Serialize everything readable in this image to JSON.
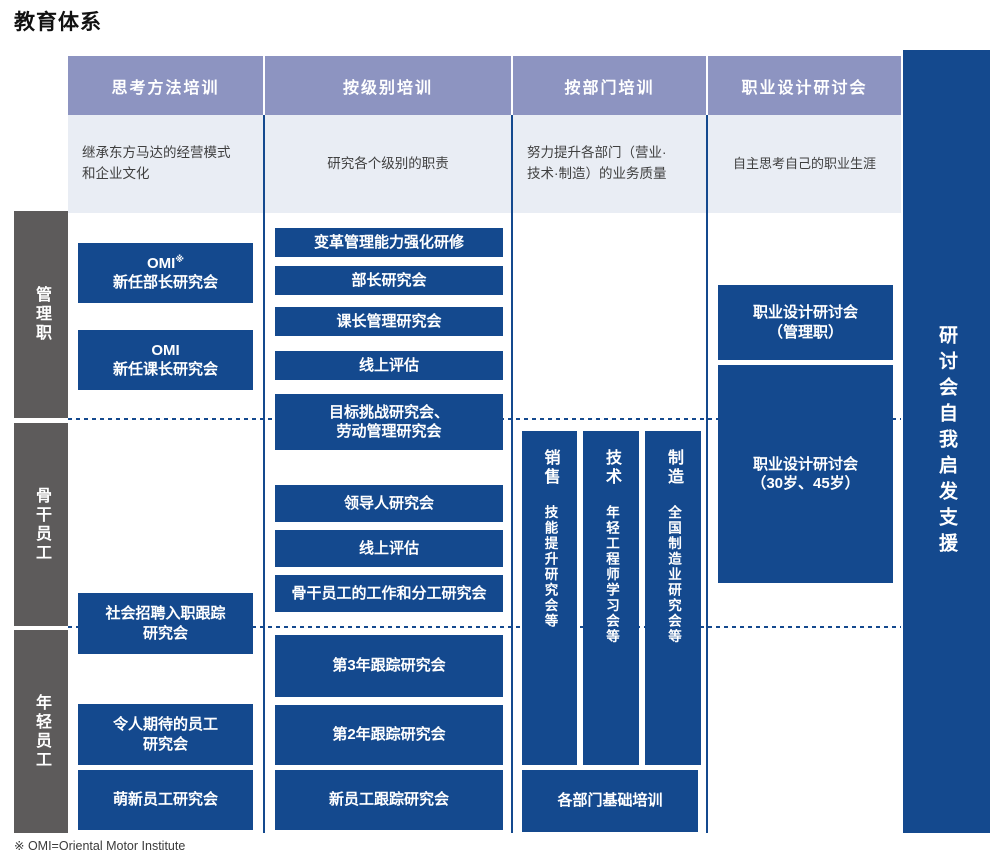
{
  "title": "教育体系",
  "footnote": "※ OMI=Oriental Motor Institute",
  "colors": {
    "navy": "#14498e",
    "purple": "#8d94c1",
    "description_bg": "#e9edf4",
    "label_gray": "#5d5b5b"
  },
  "columns": [
    {
      "header": "思考方法培训",
      "description": "继承东方马达的经营模式\n和企业文化"
    },
    {
      "header": "按级别培训",
      "description": "研究各个级别的职责"
    },
    {
      "header": "按部门培训",
      "description": "努力提升各部门（营业·\n技术·制造）的业务质量"
    },
    {
      "header": "职业设计研讨会",
      "description": "自主思考自己的职业生涯"
    }
  ],
  "row_labels": [
    "管理职",
    "骨干员工",
    "年轻员工"
  ],
  "right_bar": "研讨会自我启发支援",
  "col1": {
    "omi_director": {
      "abbr": "OMI",
      "sup": "※",
      "name": "新任部长研究会"
    },
    "omi_section_chief": {
      "abbr": "OMI",
      "name": "新任课长研究会"
    },
    "mid_career_follow": "社会招聘入职跟踪\n研究会",
    "promising_employee": "令人期待的员工\n研究会",
    "fresh_employee": "萌新员工研究会"
  },
  "col2": {
    "change_management": "变革管理能力强化研修",
    "director_seminar": "部长研究会",
    "section_chief_mgmt": "课长管理研究会",
    "online_assessment_1": "线上评估",
    "goal_challenge": "目标挑战研究会、\n劳动管理研究会",
    "leader_seminar": "领导人研究会",
    "online_assessment_2": "线上评估",
    "core_staff_division": "骨干员工的工作和分工研究会",
    "year3_follow": "第3年跟踪研究会",
    "year2_follow": "第2年跟踪研究会",
    "new_employee_follow": "新员工跟踪研究会"
  },
  "col3": {
    "departments": [
      {
        "name": "销售",
        "program": "技能提升研究会等"
      },
      {
        "name": "技术",
        "program": "年轻工程师学习会等"
      },
      {
        "name": "制造",
        "program": "全国制造业研究会等"
      }
    ],
    "basic_training": "各部门基础培训"
  },
  "col4": {
    "career_design_mgmt": "职业设计研讨会\n（管理职）",
    "career_design_30_45": "职业设计研讨会\n（30岁、45岁）"
  }
}
